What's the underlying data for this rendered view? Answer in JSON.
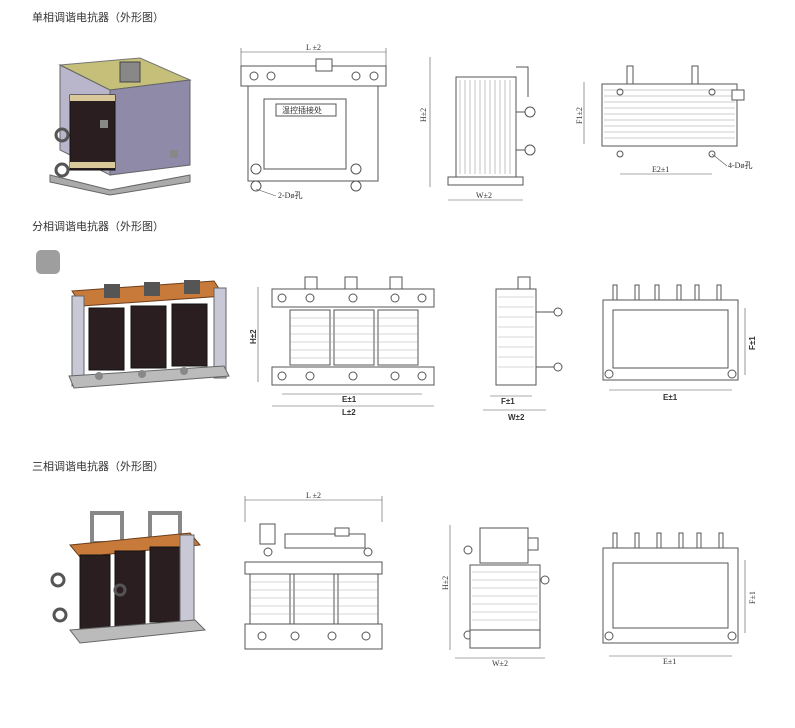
{
  "sections": [
    {
      "title": "单相调谐电抗器（外形图）"
    },
    {
      "title": "分相调谐电抗器（外形图）"
    },
    {
      "title": "三相调谐电抗器（外形图）"
    }
  ],
  "single": {
    "front": {
      "L": "L ±2",
      "hole": "2-Dø孔",
      "plate": "温控插接处"
    },
    "side": {
      "H": "H±2",
      "W": "W±2"
    },
    "top": {
      "F1": "F1±2",
      "E2": "E2±1",
      "hole": "4-Dø孔"
    }
  },
  "split": {
    "front": {
      "H": "H±2",
      "E": "E±1",
      "L": "L±2"
    },
    "side": {
      "F": "F±1",
      "W": "W±2"
    },
    "top": {
      "F": "F±1",
      "E": "E±1"
    }
  },
  "three": {
    "front": {
      "L": "L ±2"
    },
    "side": {
      "H": "H±2",
      "W": "W±2"
    },
    "top": {
      "F": "F±1",
      "E": "E±1"
    }
  },
  "colors": {
    "frame": "#c9c9d6",
    "coil": "#2a1e20",
    "top_plate": "#c87a3a",
    "line": "#555555"
  }
}
